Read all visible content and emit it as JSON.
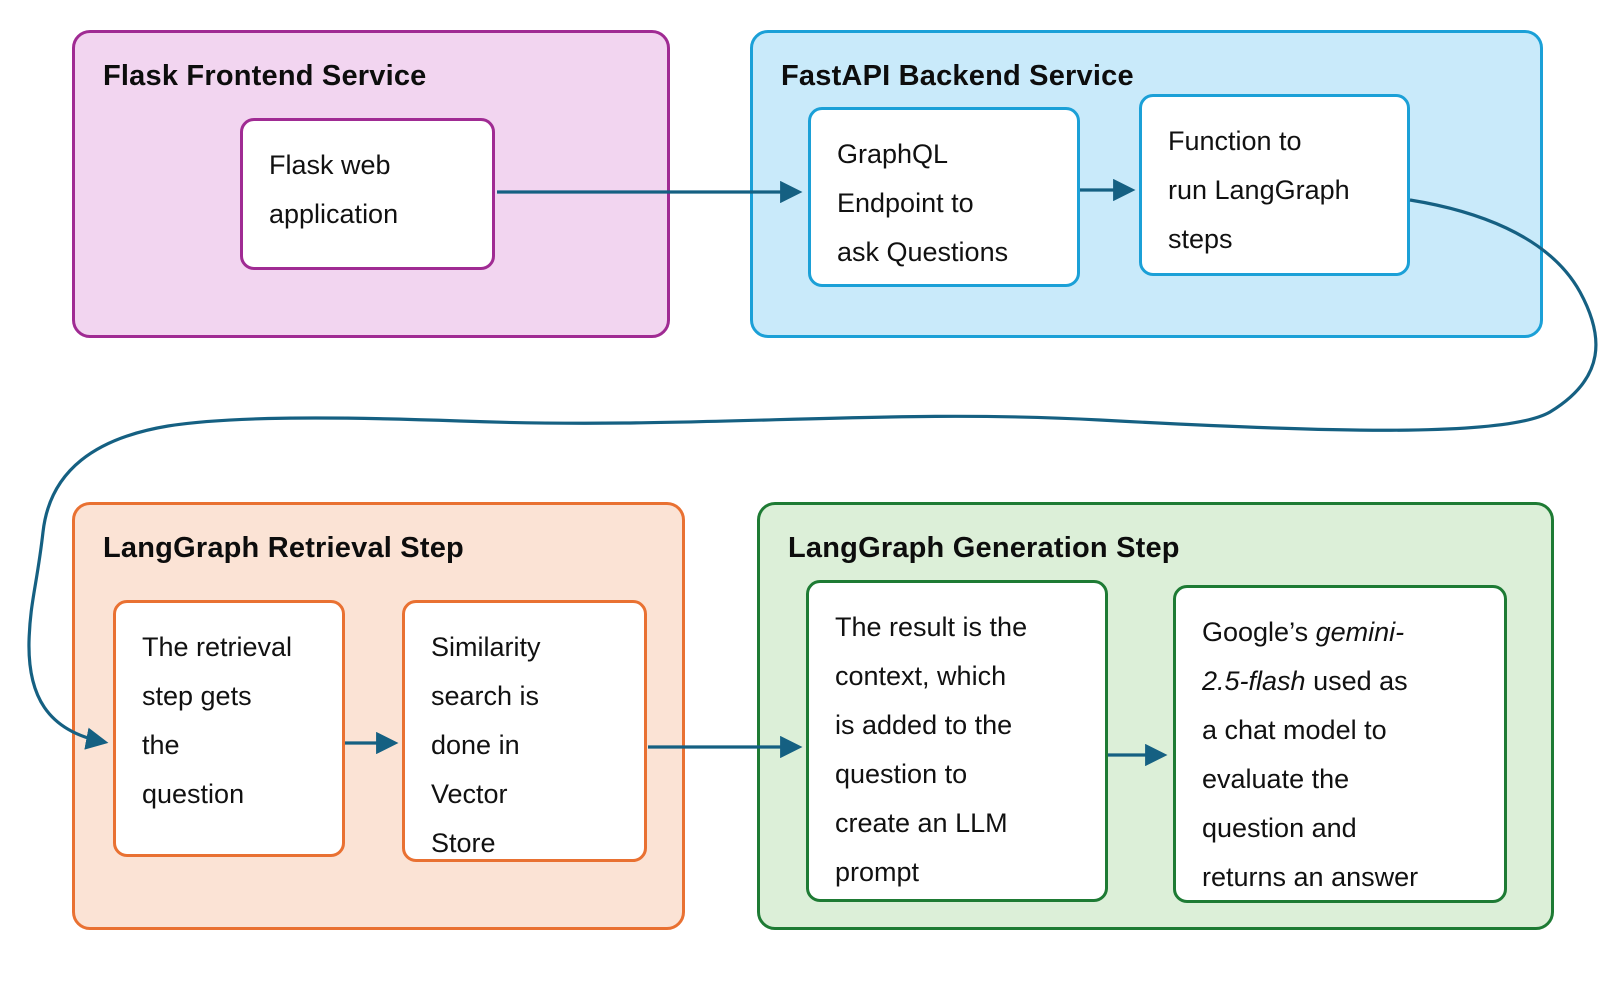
{
  "colors": {
    "arrow_color": "#156082",
    "pink_border": "#a02b93",
    "pink_fill": "#f2d5f0",
    "blue_border": "#1ba0d7",
    "blue_fill": "#c9eafa",
    "orange_border": "#e97132",
    "orange_fill": "#fbe3d5",
    "green_border": "#1e7b34",
    "green_fill": "#dcefd8"
  },
  "groups": [
    {
      "title": "Flask Frontend Service",
      "nodes": [
        {
          "text": "Flask web\napplication"
        }
      ]
    },
    {
      "title": "FastAPI Backend Service",
      "nodes": [
        {
          "text": "GraphQL\nEndpoint to\nask Questions"
        },
        {
          "text": "Function to\nrun LangGraph\nsteps"
        }
      ]
    },
    {
      "title": "LangGraph Retrieval Step",
      "nodes": [
        {
          "text": "The retrieval\nstep gets\nthe\nquestion"
        },
        {
          "text": "Similarity\nsearch is\ndone in\nVector\nStore"
        }
      ]
    },
    {
      "title": "LangGraph Generation Step",
      "nodes": [
        {
          "text": "The result is the\ncontext, which\nis added to the\nquestion to\ncreate an LLM\nprompt"
        },
        {
          "prefix": "Google’s ",
          "italic": "gemini-\n2.5-flash",
          "suffix": " used as\na chat model to\nevaluate the\nquestion and\nreturns an answer"
        }
      ]
    }
  ]
}
